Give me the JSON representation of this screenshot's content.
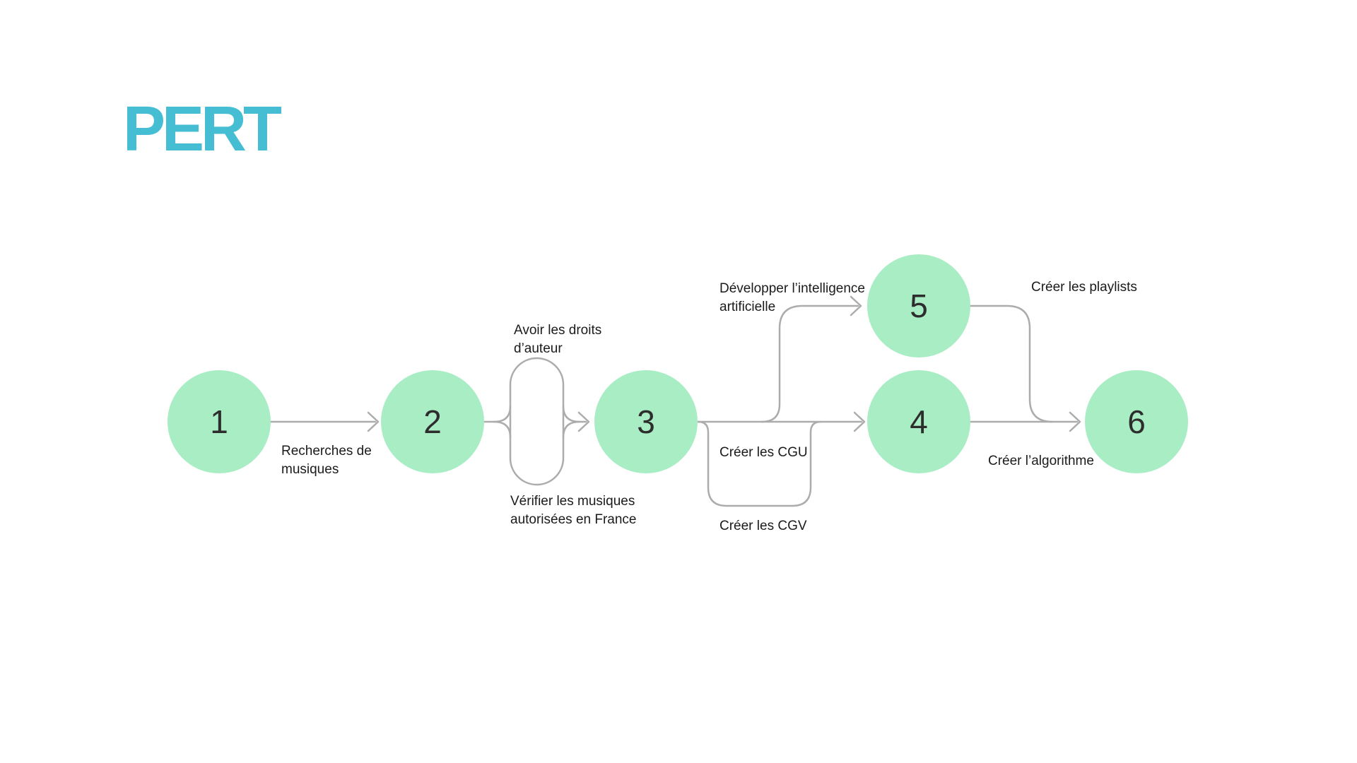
{
  "title": "PERT",
  "colors": {
    "accent": "#45bdd3",
    "node_fill": "#a8edc3",
    "connector": "#acacac",
    "text": "#1b1b1b"
  },
  "diagram": {
    "type": "pert-network",
    "nodes": [
      {
        "id": 1,
        "label": "1"
      },
      {
        "id": 2,
        "label": "2"
      },
      {
        "id": 3,
        "label": "3"
      },
      {
        "id": 4,
        "label": "4"
      },
      {
        "id": 5,
        "label": "5"
      },
      {
        "id": 6,
        "label": "6"
      }
    ],
    "edges": [
      {
        "from": 1,
        "to": 2,
        "label": "Recherches de\nmusiques"
      },
      {
        "from": 2,
        "to": 3,
        "label": "Avoir les droits\nd’auteur"
      },
      {
        "from": 2,
        "to": 3,
        "label": "Vérifier les musiques\nautorisées en France"
      },
      {
        "from": 3,
        "to": 4,
        "label": "Créer les CGU"
      },
      {
        "from": 3,
        "to": 4,
        "label": "Créer les CGV"
      },
      {
        "from": 3,
        "to": 5,
        "label": "Développer l’intelligence\nartificielle"
      },
      {
        "from": 5,
        "to": 6,
        "label": "Créer les playlists"
      },
      {
        "from": 4,
        "to": 6,
        "label": "Créer l’algorithme"
      }
    ]
  }
}
